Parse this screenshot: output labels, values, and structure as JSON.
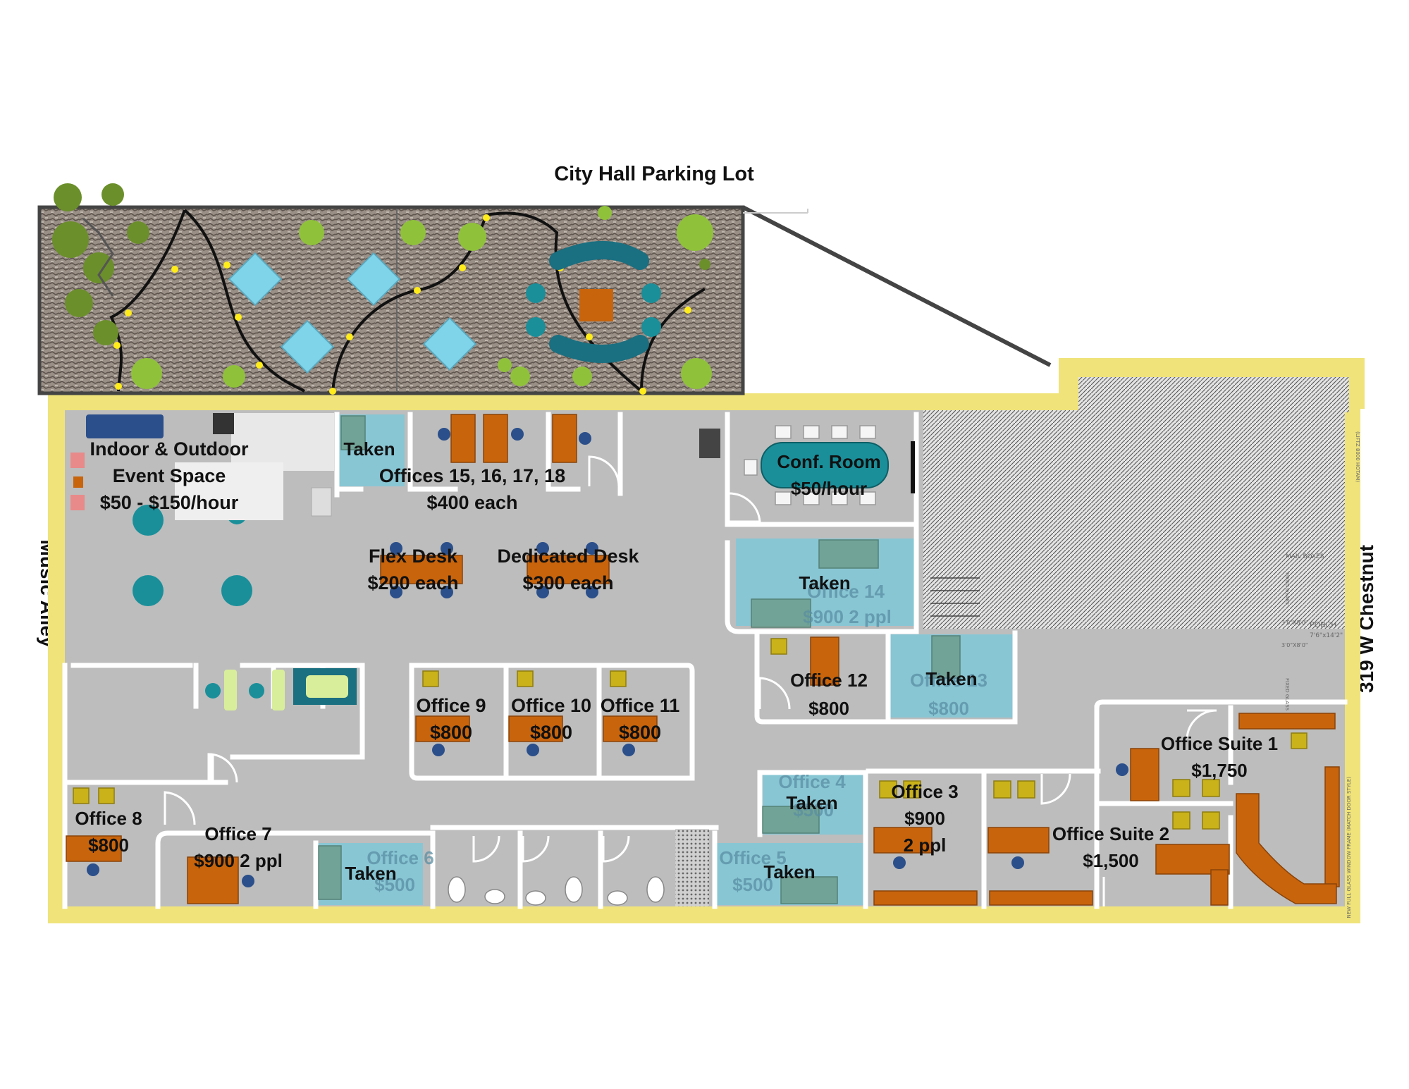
{
  "street_labels": {
    "top": "City Hall Parking Lot",
    "left": "Music Alley",
    "right": "319 W Chestnut"
  },
  "small_labels": {
    "mail_boxes": "MAIL BOXES",
    "porch": "PORCH",
    "porch_size": "7'6\"x14'2\"",
    "door_a": "3'0\"X8'0\"",
    "door_b": "3'0\"X8'0\"",
    "fixed_glass_a": "FIXED GLASS",
    "fixed_glass_b": "FIXED GLASS",
    "window_frame_note": "NEW FULL GLASS WINDOW FRAME (MATCH DOOR STYLE)",
    "lift_note": "(LIFTZ 8000 HOTAM)"
  },
  "spaces": {
    "event": {
      "line1": "Indoor & Outdoor",
      "line2": "Event Space",
      "price": "$50 - $150/hour"
    },
    "offices_15_18": {
      "name": "Offices 15, 16, 17, 18",
      "price": "$400 each"
    },
    "office_15_status": "Taken",
    "flex": {
      "name": "Flex Desk",
      "price": "$200 each"
    },
    "dedicated": {
      "name": "Dedicated Desk",
      "price": "$300 each"
    },
    "conf": {
      "name": "Conf. Room",
      "price": "$50/hour"
    },
    "office14": {
      "name": "Office 14",
      "price": "$900 2 ppl",
      "status": "Taken"
    },
    "office12": {
      "name": "Office 12",
      "price": "$800"
    },
    "office13": {
      "name": "Office 13",
      "price": "$800",
      "status": "Taken"
    },
    "office9": {
      "name": "Office 9",
      "price": "$800"
    },
    "office10": {
      "name": "Office 10",
      "price": "$800"
    },
    "office11": {
      "name": "Office 11",
      "price": "$800"
    },
    "suite1": {
      "name": "Office Suite 1",
      "price": "$1,750"
    },
    "suite2": {
      "name": "Office Suite 2",
      "price": "$1,500"
    },
    "office4": {
      "name": "Office 4",
      "price": "$500",
      "status": "Taken"
    },
    "office3": {
      "name": "Office 3",
      "price": "$900",
      "ppl": "2 ppl"
    },
    "office5": {
      "name": "Office 5",
      "price": "$500",
      "status": "Taken"
    },
    "office6": {
      "name": "Office 6",
      "price": "$500",
      "status": "Taken"
    },
    "office7": {
      "name": "Office 7",
      "price": "$900 2 ppl"
    },
    "office8": {
      "name": "Office 8",
      "price": "$800"
    }
  },
  "colors": {
    "floor": "#bdbdbd",
    "wall": "#ffffff",
    "outer_wall": "#efe37a",
    "taken": "#7fc8d8",
    "desk": "#c8640c",
    "chair": "#2b4f8a",
    "teal_table": "#1a8f9a",
    "patio_table": "#7fd4ea",
    "mustard": "#c9b21a"
  }
}
